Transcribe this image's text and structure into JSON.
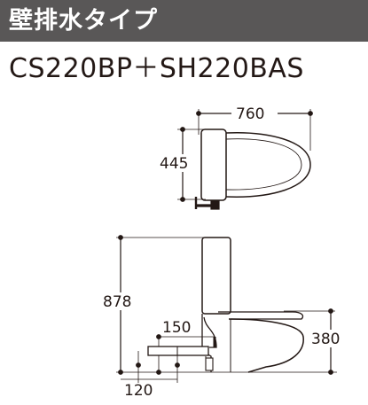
{
  "header": {
    "title": "壁排水タイプ",
    "bg_color": "#595757"
  },
  "model": {
    "code": "CS220BP＋SH220BAS"
  },
  "dimensions": {
    "top_width": "760",
    "top_height": "445",
    "total_height": "878",
    "pipe_height": "150",
    "seat_height": "380",
    "floor_offset": "120"
  }
}
